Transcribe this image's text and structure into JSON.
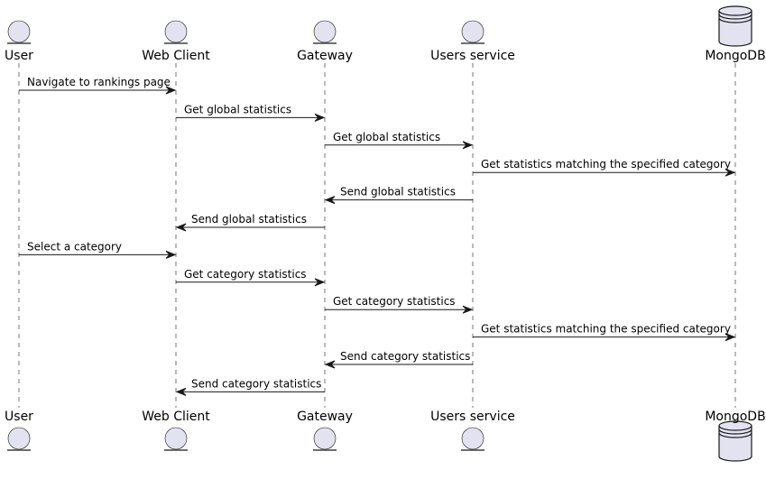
{
  "diagram": {
    "type": "sequence",
    "colors": {
      "participant_fill": "#E2E2F0",
      "stroke": "#181818",
      "background": "#FFFFFF"
    },
    "participants": [
      {
        "id": "user",
        "label": "User",
        "shape": "entity"
      },
      {
        "id": "web",
        "label": "Web Client",
        "shape": "entity"
      },
      {
        "id": "gateway",
        "label": "Gateway",
        "shape": "entity"
      },
      {
        "id": "users",
        "label": "Users service",
        "shape": "entity"
      },
      {
        "id": "mongo",
        "label": "MongoDB",
        "shape": "database"
      }
    ],
    "messages": [
      {
        "from": "user",
        "to": "web",
        "label": "Navigate to rankings page"
      },
      {
        "from": "web",
        "to": "gateway",
        "label": "Get global statistics"
      },
      {
        "from": "gateway",
        "to": "users",
        "label": "Get global statistics"
      },
      {
        "from": "users",
        "to": "mongo",
        "label": "Get statistics matching the specified category"
      },
      {
        "from": "users",
        "to": "gateway",
        "label": "Send global statistics"
      },
      {
        "from": "gateway",
        "to": "web",
        "label": "Send global statistics"
      },
      {
        "from": "user",
        "to": "web",
        "label": "Select a category"
      },
      {
        "from": "web",
        "to": "gateway",
        "label": "Get category statistics"
      },
      {
        "from": "gateway",
        "to": "users",
        "label": "Get category statistics"
      },
      {
        "from": "users",
        "to": "mongo",
        "label": "Get statistics matching the specified category"
      },
      {
        "from": "users",
        "to": "gateway",
        "label": "Send category statistics"
      },
      {
        "from": "gateway",
        "to": "web",
        "label": "Send category statistics"
      }
    ]
  }
}
